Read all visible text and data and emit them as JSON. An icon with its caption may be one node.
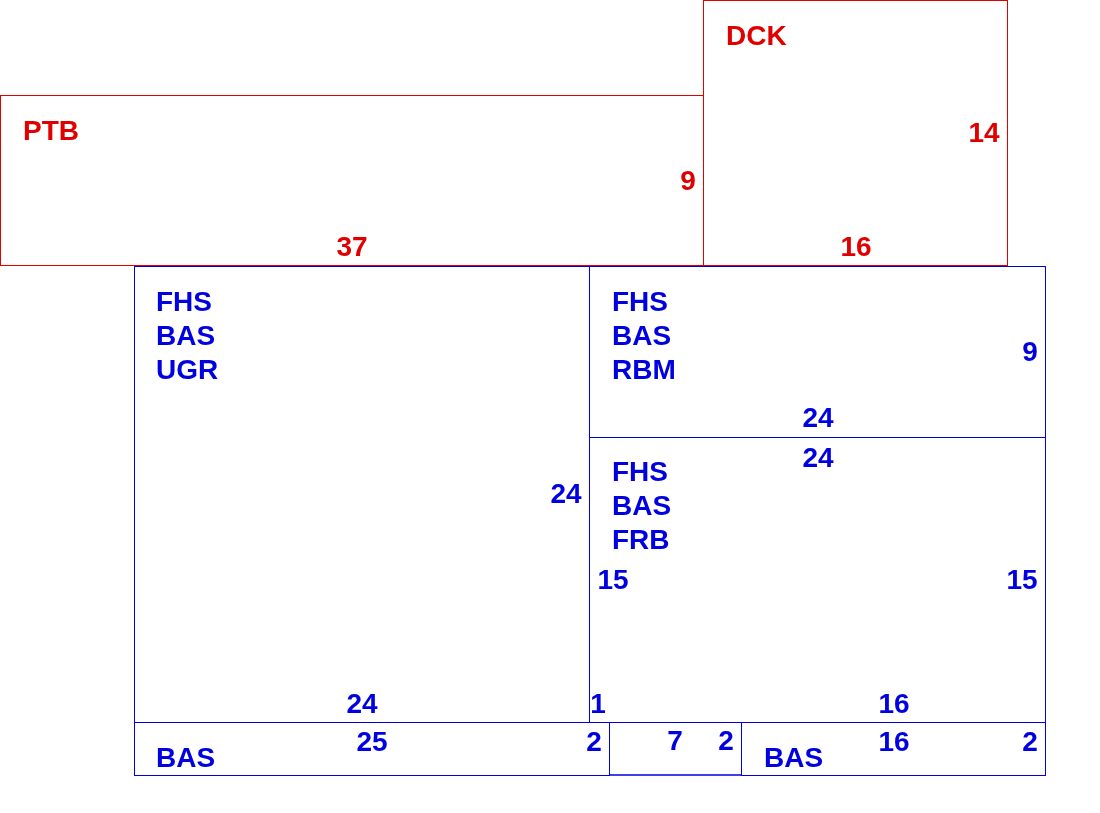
{
  "diagram": {
    "nodes": [
      {
        "text": [
          "PTB",
          "9",
          "37"
        ]
      },
      {
        "text": [
          "DCK",
          "14",
          "16"
        ]
      },
      {
        "text": [
          "FHS BAS UGR",
          "24",
          "24"
        ]
      },
      {
        "text": [
          "FHS BAS RBM",
          "9",
          "24"
        ]
      },
      {
        "text": [
          "FHS BAS FRB",
          "24",
          "15",
          "15",
          "1",
          "16"
        ]
      },
      {
        "text": [
          "BAS",
          "25",
          "2"
        ]
      },
      {
        "text": [
          "BAS",
          "16",
          "2"
        ]
      }
    ],
    "edges": [],
    "labels": [
      "7",
      "2"
    ]
  }
}
